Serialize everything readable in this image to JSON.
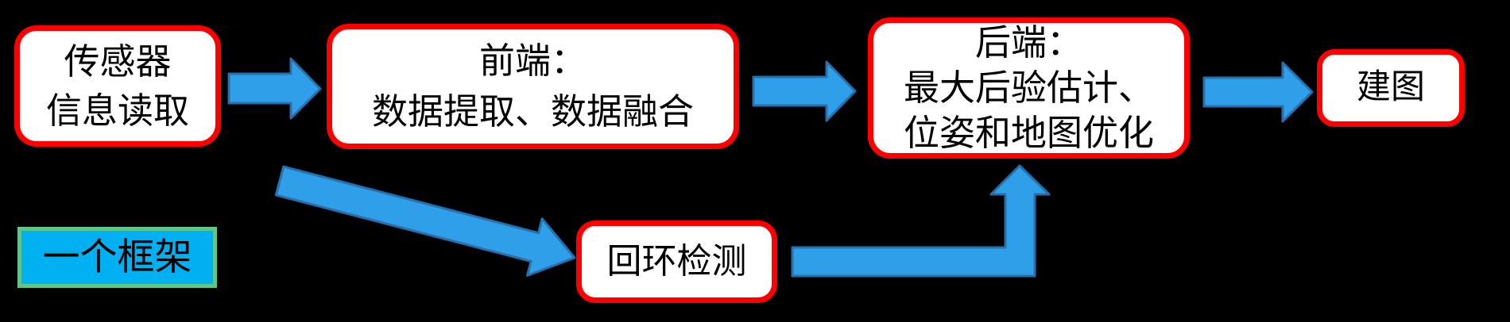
{
  "nodes": {
    "sensor": {
      "lines": [
        "传感器",
        "信息读取"
      ]
    },
    "frontend": {
      "lines": [
        "前端：",
        "数据提取、数据融合"
      ]
    },
    "backend": {
      "lines": [
        "后端：",
        "最大后验估计、",
        "位姿和地图优化"
      ]
    },
    "mapping": {
      "lines": [
        "建图"
      ]
    },
    "loop": {
      "lines": [
        "回环检测"
      ]
    },
    "framework": {
      "lines": [
        "一个框架"
      ]
    }
  },
  "edges": [
    {
      "from": "sensor",
      "to": "frontend",
      "shape": "straight-right"
    },
    {
      "from": "frontend",
      "to": "backend",
      "shape": "straight-right"
    },
    {
      "from": "backend",
      "to": "mapping",
      "shape": "straight-right"
    },
    {
      "from": "frontend",
      "to": "loop",
      "shape": "diagonal-down-right"
    },
    {
      "from": "loop",
      "to": "backend",
      "shape": "elbow-right-up"
    }
  ],
  "colors": {
    "background": "#000000",
    "box_fill": "#FFFFFF",
    "box_border": "#FF0000",
    "text": "#000000",
    "arrow_fill": "#2E9FE8",
    "arrow_stroke": "#2571AE",
    "framework_fill": "#00B0F0",
    "framework_border": "#5EC788"
  }
}
